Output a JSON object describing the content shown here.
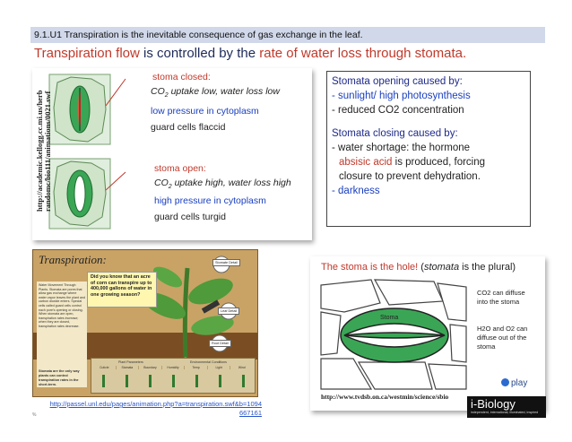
{
  "header": {
    "text": "9.1.U1 Transpiration is the inevitable consequence of gas exchange in the leaf."
  },
  "title": {
    "part1": "Transpiration flow",
    "part2": " is controlled by the ",
    "part3": "rate of water loss through stomata."
  },
  "diagram": {
    "vertical_url_line1": "http://academic.kellogg.cc.mi.us/herb",
    "vertical_url_line2": "randomc/bio111/animations/0021.swf",
    "closed": {
      "heading": "stoma closed:",
      "co2_prefix": "CO",
      "co2_sub": "2",
      "co2_rest": " uptake low, water loss low",
      "pressure": "low pressure in cytoplasm",
      "cells": "guard cells flaccid"
    },
    "open": {
      "heading": "stoma open:",
      "co2_prefix": "CO",
      "co2_sub": "2",
      "co2_rest": " uptake high, water loss high",
      "pressure": "high pressure in cytoplasm",
      "cells": "guard cells turgid"
    }
  },
  "info_box": {
    "opening_heading": "Stomata opening caused by:",
    "opening_1": "- sunlight/ high photosynthesis",
    "opening_2": "- reduced CO2 concentration",
    "closing_heading": "Stomata closing caused by:",
    "closing_1": "- water shortage: the hormone",
    "closing_2a": "absisic acid",
    "closing_2b": " is produced, forcing",
    "closing_3": "closure to prevent dehydration.",
    "closing_4": "- darkness"
  },
  "animation": {
    "title": "Transpiration:",
    "side_text": "Water Movement Through Plants. Stomata are pores that allow gas exchange where water vapor leaves the plant and carbon dioxide enters. Special cells called guard cells control each pore's opening or closing. When stomata are open, transpiration rates increase; when they are closed, transpiration rates decrease.",
    "callout": "Did you know that an acre of corn can transpire up to 400,000 gallons of water in one growing season?",
    "bottom_note": "Stomata are the only way plants can control transpiration rates in the short-term.",
    "plant_params": "Plant Parameters",
    "env_conditions": "Environmental Conditions",
    "columns": [
      "Cuticle",
      "Stomata",
      "Boundary",
      "Humidity",
      "Temp",
      "Light",
      "Wind"
    ],
    "detail_labels": [
      "Stomate Detail",
      "Root Detail",
      "Leaf Detail"
    ],
    "url_line1": "http://passel.unl.edu/pages/animation.php?a=transpiration.swf&b=1094",
    "url_line2": "667161",
    "slide_mark": "%"
  },
  "stoma_panel": {
    "caption_red": "The stoma is the hole!",
    "caption_paren_open": " (",
    "caption_ital": "stomata",
    "caption_rest": " is the plural)",
    "stoma_label": "Stoma",
    "note1": "CO2 can diffuse into the stoma",
    "note2": "H2O and O2 can diffuse out of the stoma",
    "url": "http://www.tvdsb.on.ca/westmin/science/sbio",
    "play": "play"
  },
  "brand": {
    "name": "i-Biology",
    "tagline": "independent, international, illuminated, inspired"
  },
  "colors": {
    "accent_red": "#c0392b",
    "accent_blue": "#1a3fbf",
    "guard_green": "#3aa655",
    "header_bg": "#d0d8ea"
  }
}
